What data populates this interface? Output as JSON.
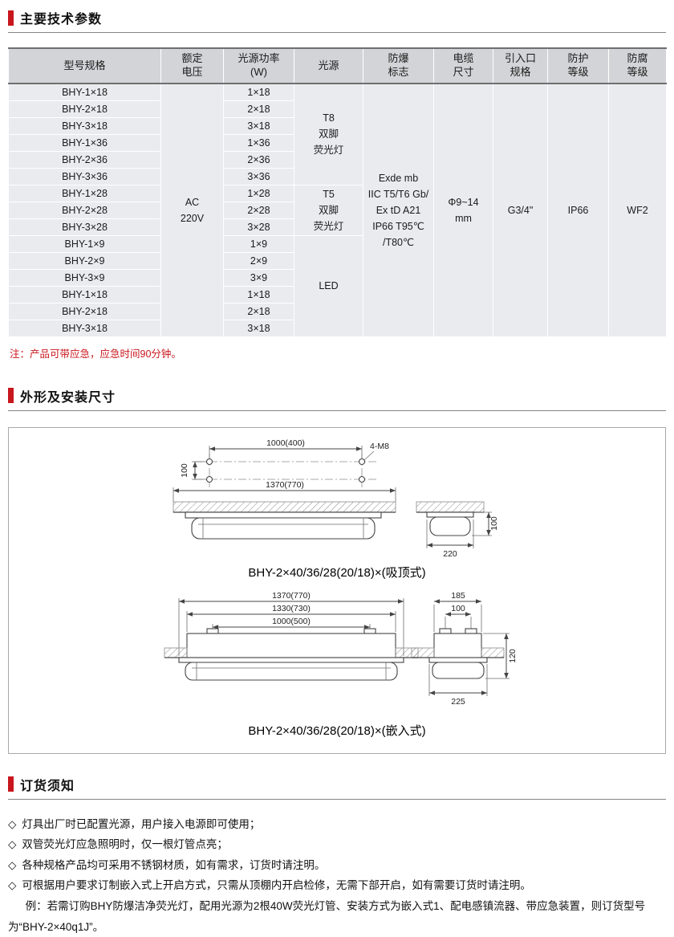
{
  "colors": {
    "accent": "#c8161d"
  },
  "sections": {
    "params": "主要技术参数",
    "outline": "外形及安装尺寸",
    "ordering": "订货须知"
  },
  "table": {
    "headers": {
      "model": "型号规格",
      "voltage": "额定\n电压",
      "power": "光源功率\n(W)",
      "source": "光源",
      "ex": "防爆\n标志",
      "cable": "电缆\n尺寸",
      "inlet": "引入口\n规格",
      "protection": "防护\n等级",
      "corrosion": "防腐\n等级"
    },
    "rows": [
      {
        "model": "BHY-1×18",
        "power": "1×18"
      },
      {
        "model": "BHY-2×18",
        "power": "2×18"
      },
      {
        "model": "BHY-3×18",
        "power": "3×18"
      },
      {
        "model": "BHY-1×36",
        "power": "1×36"
      },
      {
        "model": "BHY-2×36",
        "power": "2×36"
      },
      {
        "model": "BHY-3×36",
        "power": "3×36"
      },
      {
        "model": "BHY-1×28",
        "power": "1×28"
      },
      {
        "model": "BHY-2×28",
        "power": "2×28"
      },
      {
        "model": "BHY-3×28",
        "power": "3×28"
      },
      {
        "model": "BHY-1×9",
        "power": "1×9"
      },
      {
        "model": "BHY-2×9",
        "power": "2×9"
      },
      {
        "model": "BHY-3×9",
        "power": "3×9"
      },
      {
        "model": "BHY-1×18",
        "power": "1×18"
      },
      {
        "model": "BHY-2×18",
        "power": "2×18"
      },
      {
        "model": "BHY-3×18",
        "power": "3×18"
      }
    ],
    "voltage": "AC\n220V",
    "source_t8": "T8\n双脚\n荧光灯",
    "source_t5": "T5\n双脚\n荧光灯",
    "source_led": "LED",
    "ex_mark": "Exde mb\nIIC T5/T6 Gb/\nEx tD A21\nIP66 T95℃\n/T80℃",
    "cable": "Φ9~14\nmm",
    "inlet": "G3/4\"",
    "protection": "IP66",
    "corrosion": "WF2"
  },
  "note": "注：产品可带应急，应急时间90分钟。",
  "drawings": {
    "d1": {
      "dim_hole_span": "1000(400)",
      "dim_hole_pitch": "100",
      "bolt_label": "4-M8",
      "dim_width": "1370(770)",
      "dim_side_width": "220",
      "dim_side_height": "100",
      "caption": "BHY-2×40/36/28(20/18)×(吸顶式)"
    },
    "d2": {
      "dim_width": "1370(770)",
      "dim_recess": "1330(730)",
      "dim_bracket": "1000(500)",
      "dim_side_top": "185",
      "dim_side_inner": "100",
      "dim_side_bottom": "225",
      "dim_side_height": "120",
      "caption": "BHY-2×40/36/28(20/18)×(嵌入式)"
    }
  },
  "ordering": {
    "bullet": "◇",
    "items": [
      "灯具出厂时已配置光源，用户接入电源即可使用；",
      "双管荧光灯应急照明时，仅一根灯管点亮；",
      "各种规格产品均可采用不锈钢材质，如有需求，订货时请注明。",
      "可根据用户要求订制嵌入式上开启方式，只需从顶棚内开启检修，无需下部开启，如有需要订货时请注明。"
    ],
    "example": "例：若需订购BHY防爆洁净荧光灯，配用光源为2根40W荧光灯管、安装方式为嵌入式1、配电感镇流器、带应急装置，则订货型号为“BHY-2×40q1J”。"
  }
}
